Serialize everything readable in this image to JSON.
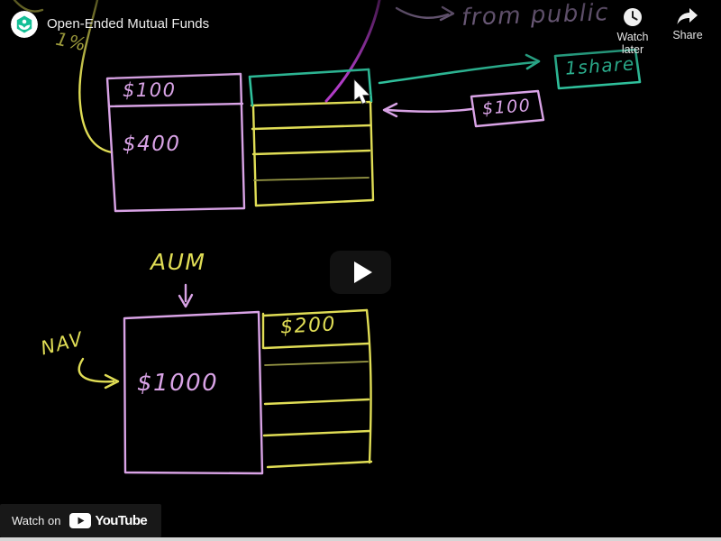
{
  "header": {
    "title": "Open-Ended Mutual Funds",
    "watch_later": "Watch later",
    "share": "Share"
  },
  "badge": {
    "watch_on": "Watch on",
    "brand": "YouTube"
  },
  "whiteboard": {
    "pct_label": "1%",
    "fund_box_cash": "$100",
    "fund_box_assets": "$400",
    "from_public": "from public",
    "share_box": "1share",
    "price_box": "$100",
    "aum_label": "AUM",
    "nav_label": "NAV",
    "nav_value": "$1000",
    "ledger2_value": "$200"
  },
  "colors": {
    "pink_marker": "#d9a3e6",
    "lilac_marker": "#bfa0d6",
    "yellow_marker": "#e0dd55",
    "teal_marker": "#2fbf9b",
    "magenta_marker": "#b03cc6"
  }
}
